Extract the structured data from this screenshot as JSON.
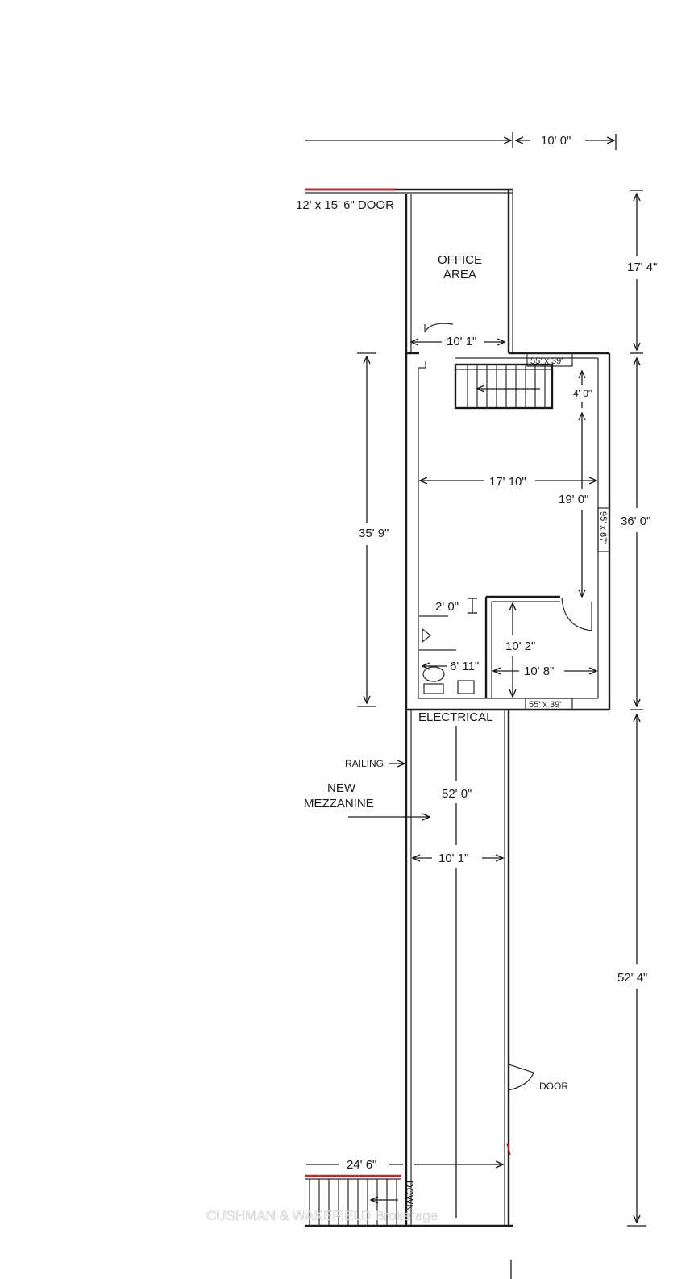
{
  "overall_width": "10' 0\"",
  "door_rear": "12' x 15' 6\" DOOR",
  "office_area_line1": "OFFICE",
  "office_area_line2": "AREA",
  "office_width": "10' 1\"",
  "dim_17_4": "17' 4\"",
  "window_top": "55' x 39'",
  "stair_width": "4' 0\"",
  "main_width": "17' 10\"",
  "main_depth": "19' 0\"",
  "window_right": "95' x 67'",
  "dim_36_0": "36' 0\"",
  "dim_35_9": "35' 9\"",
  "wc_2_0": "2' 0\"",
  "room_10_2": "10' 2\"",
  "wc_6_11": "6' 11\"",
  "room_10_8": "10' 8\"",
  "window_bottom": "55' x 39'",
  "electrical": "ELECTRICAL",
  "railing": "RAILING",
  "mezzanine_line1": "NEW",
  "mezzanine_line2": "MEZZANINE",
  "dim_52_0": "52' 0\"",
  "mezz_width": "10' 1\"",
  "dim_52_4": "52' 4\"",
  "door_side": "DOOR",
  "dim_24_6": "24' 6\"",
  "down": "DOWN",
  "watermark": "CUSHMAN & WAKEFIELD Brokerage",
  "colors": {
    "line": "#1a1a1a",
    "accent": "#c0262d"
  }
}
